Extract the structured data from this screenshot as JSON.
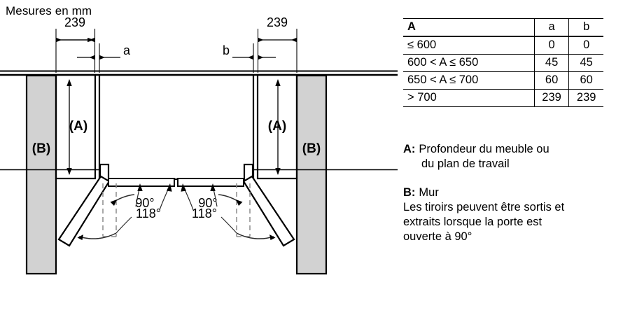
{
  "title": "Mesures en mm",
  "dimensions": {
    "left_width_label": "239",
    "left_gap_label": "a",
    "right_width_label": "239",
    "right_gap_label": "b"
  },
  "diagram": {
    "depth_label_left": "(A)",
    "depth_label_right": "(A)",
    "wall_label_left": "(B)",
    "wall_label_right": "(B)",
    "angle_left_90": "90°",
    "angle_left_118": "118°",
    "angle_right_90": "90°",
    "angle_right_118": "118°"
  },
  "table": {
    "headers": [
      "A",
      "a",
      "b"
    ],
    "rows": [
      {
        "range": "≤ 600",
        "a": "0",
        "b": "0"
      },
      {
        "range": "600 < A ≤ 650",
        "a": "45",
        "b": "45"
      },
      {
        "range": "650 < A ≤ 700",
        "a": "60",
        "b": "60"
      },
      {
        "range": "> 700",
        "a": "239",
        "b": "239"
      }
    ]
  },
  "notes": {
    "a_key": "A:",
    "a_line1": "Profondeur du meuble ou",
    "a_line2": "du plan de travail",
    "b_key": "B:",
    "b_value": "Mur",
    "b_line1": "Les tiroirs peuvent être sortis et",
    "b_line2": "extraits lorsque la porte est",
    "b_line3": "ouverte à 90°"
  },
  "colors": {
    "line": "#000000",
    "wall_fill": "#d2d2d2",
    "arc": "#3a3a3a",
    "dashed": "#8c8c8c"
  }
}
